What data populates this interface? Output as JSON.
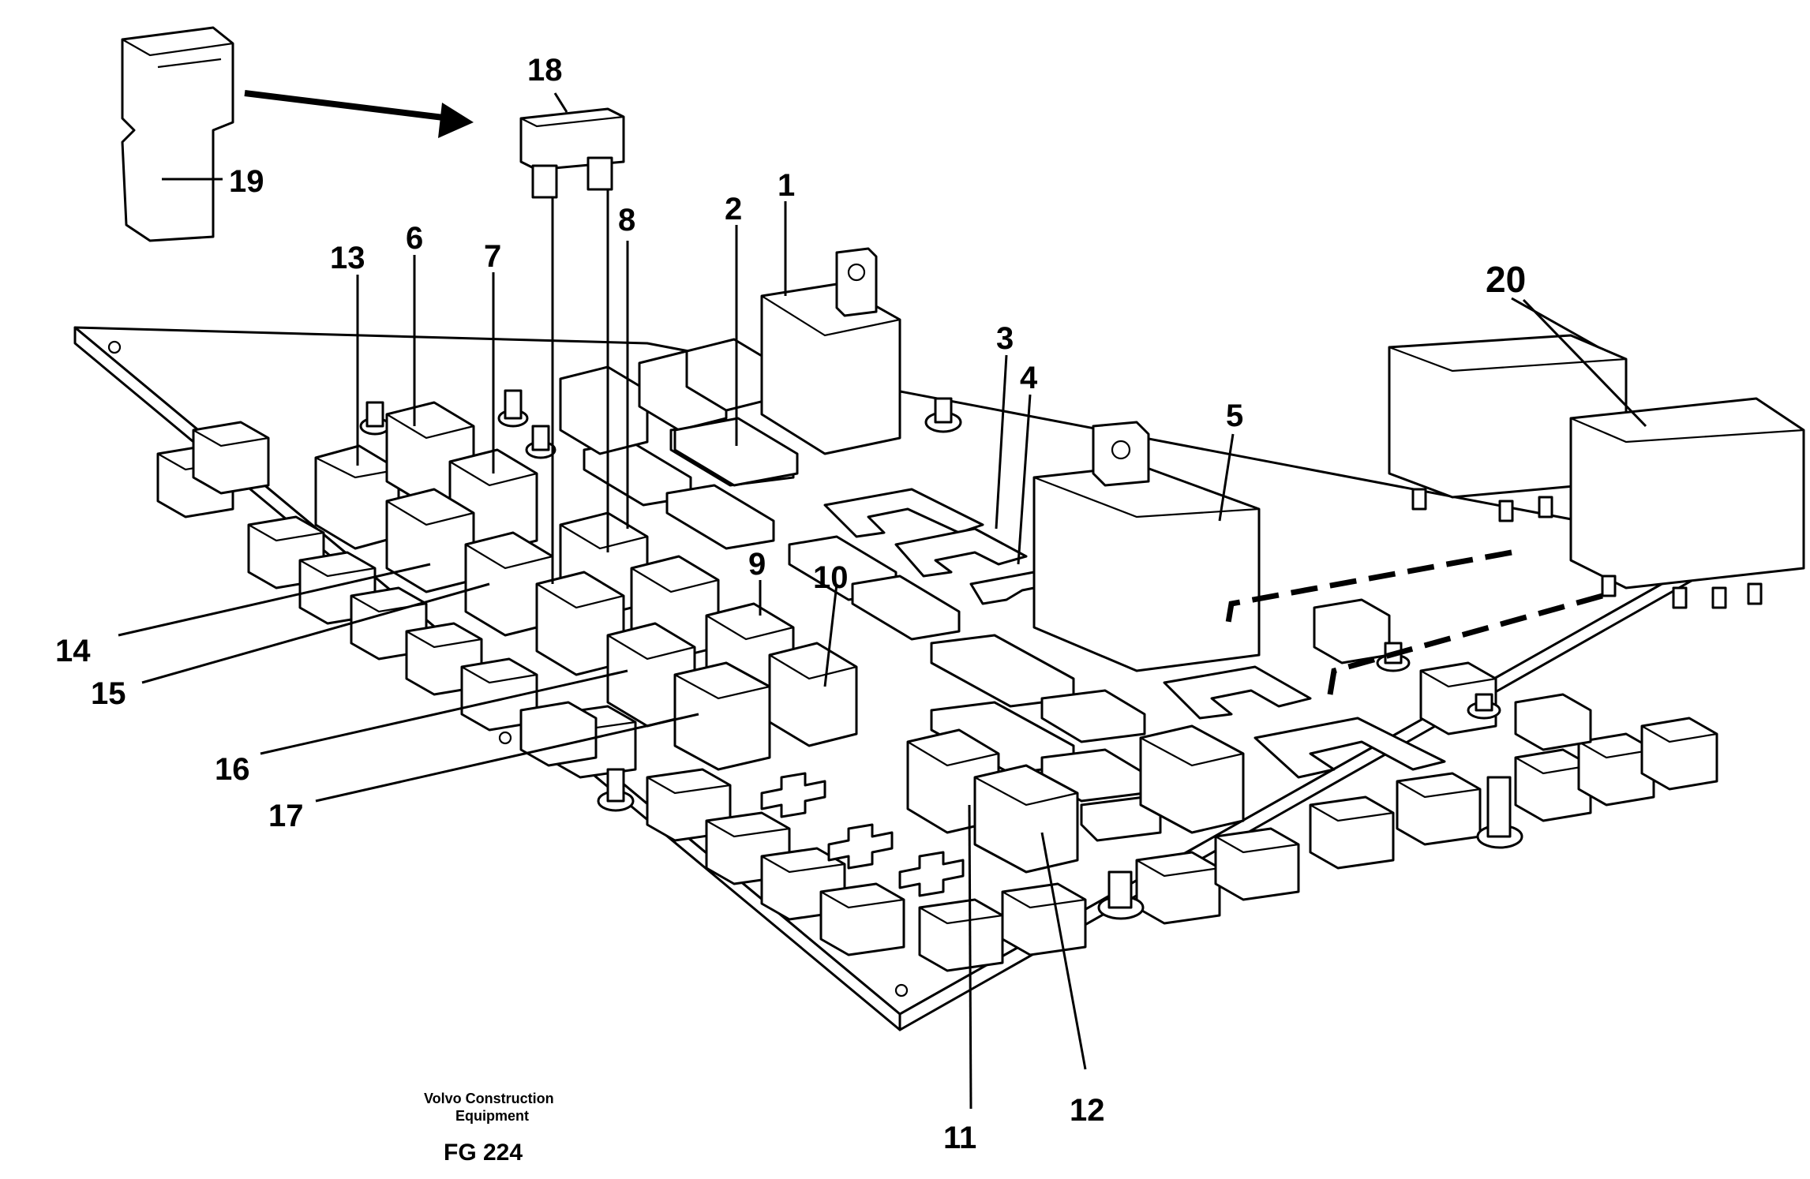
{
  "figure": {
    "callouts": {
      "c1": "1",
      "c2": "2",
      "c3": "3",
      "c4": "4",
      "c5": "5",
      "c6": "6",
      "c7": "7",
      "c8": "8",
      "c9": "9",
      "c10": "10",
      "c11": "11",
      "c12": "12",
      "c13": "13",
      "c14": "14",
      "c15": "15",
      "c16": "16",
      "c17": "17",
      "c18": "18",
      "c19": "19",
      "c20": "20"
    },
    "publisher_line1": "Volvo Construction",
    "publisher_line2": "Equipment",
    "figure_code": "FG 224"
  }
}
